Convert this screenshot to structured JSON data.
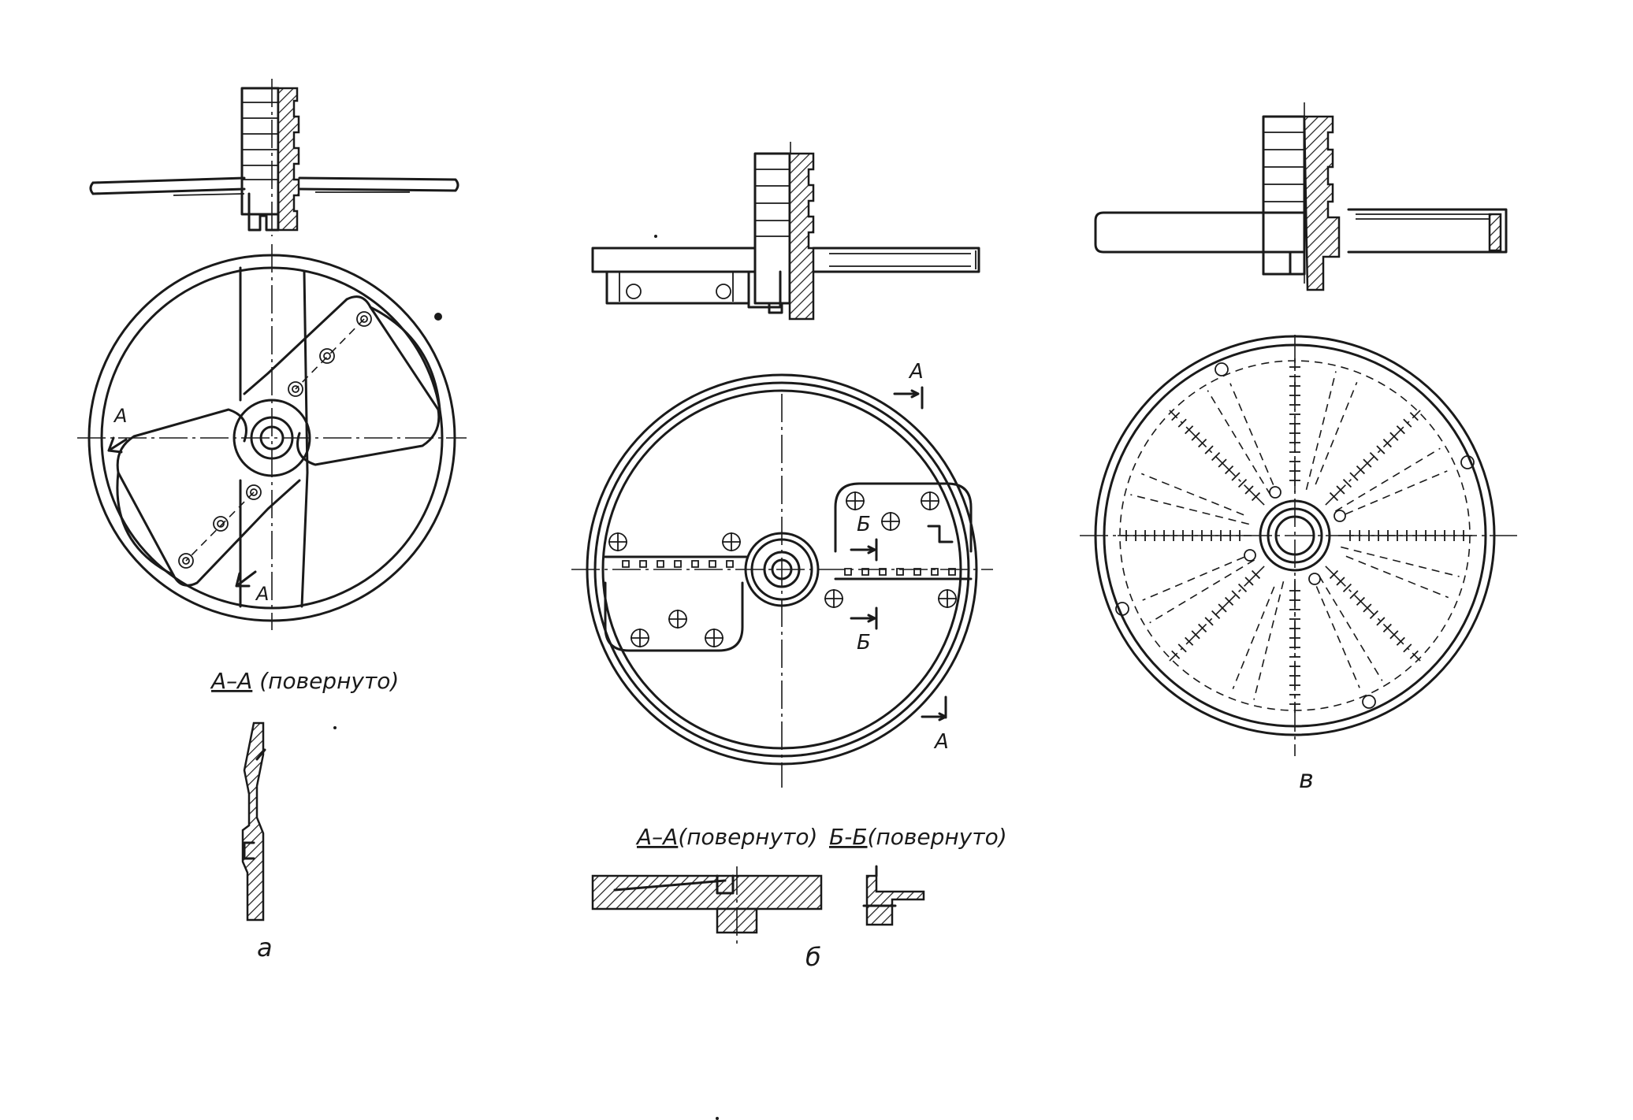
{
  "diagram_a": {
    "section_label_u": "А–А",
    "section_label_rest": " (повернуто)",
    "cut_label_1": "А",
    "cut_label_2": "А",
    "caption": "а"
  },
  "diagram_b": {
    "section_aa_u": "А–А",
    "section_aa_rest": "(повернуто)",
    "section_bb_u": "Б-Б",
    "section_bb_rest": "(повернуто)",
    "cut_a_top": "А",
    "cut_a_bottom": "А",
    "cut_b_top": "Б",
    "cut_b_bottom": "Б",
    "caption": "б"
  },
  "diagram_c": {
    "caption": "в"
  }
}
